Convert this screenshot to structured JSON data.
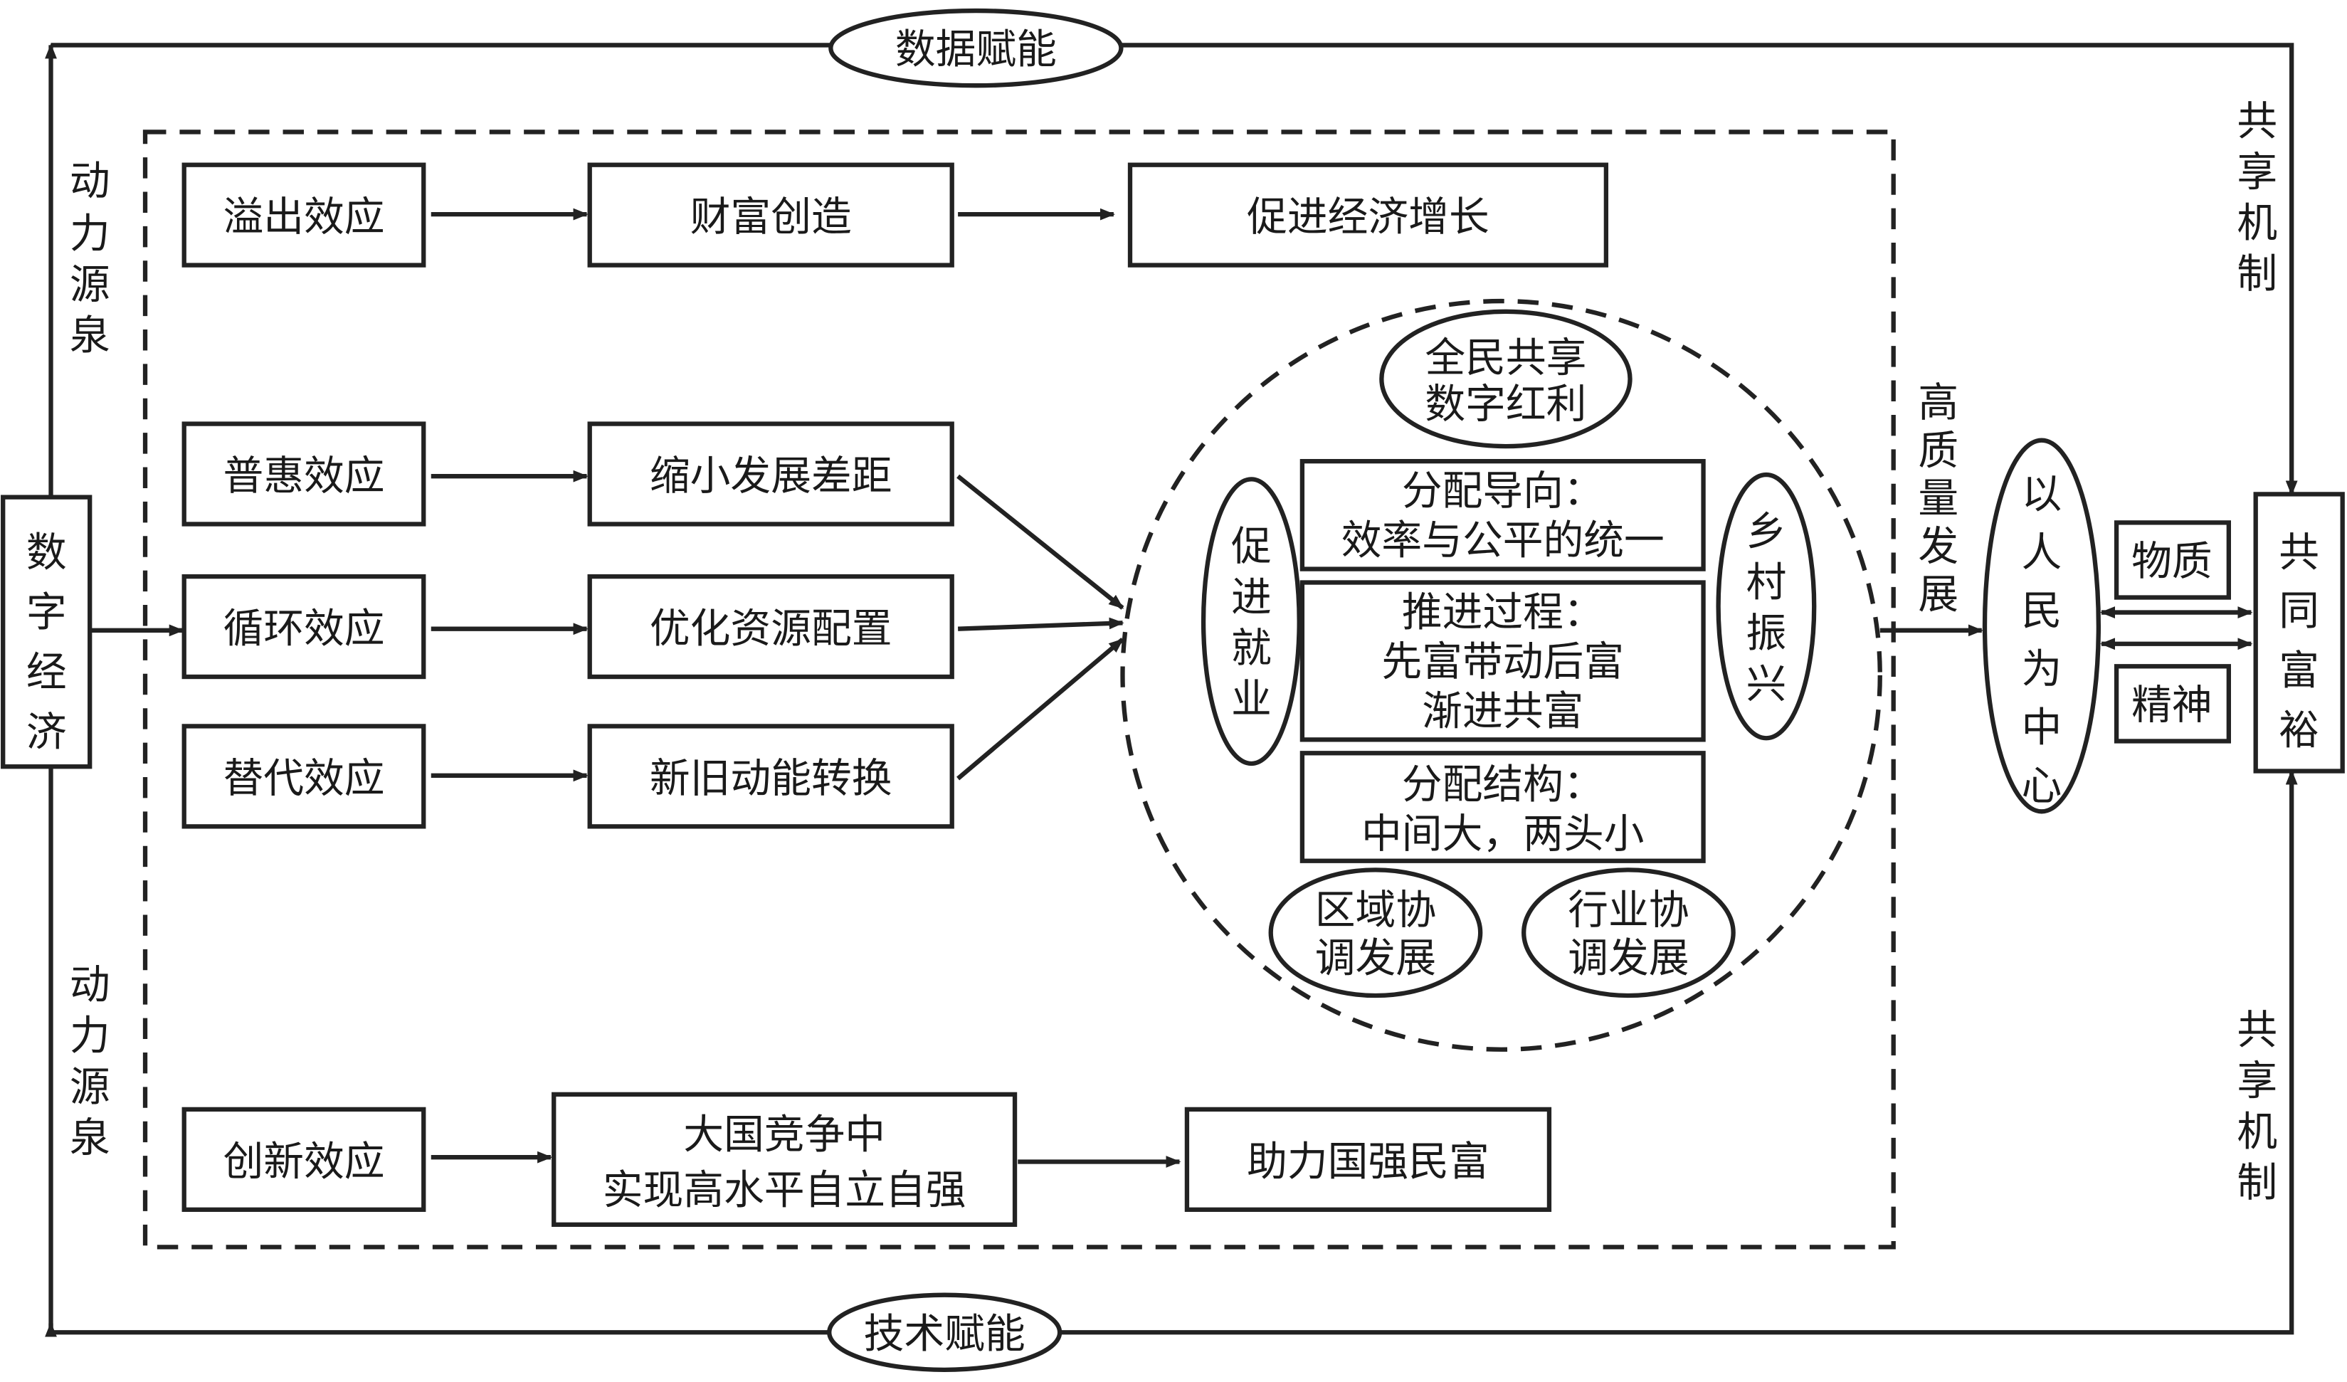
{
  "diagram": {
    "source": "数字经济",
    "target": "共同富裕",
    "top_channel": "数据赋能",
    "bottom_channel": "技术赋能",
    "left_upper_label": "动力源泉",
    "left_lower_label": "动力源泉",
    "right_upper_label": "共享机制",
    "right_lower_label": "共享机制",
    "effects": [
      {
        "effect": "溢出效应",
        "mechanism": "财富创造",
        "outcome": "促进经济增长"
      },
      {
        "effect": "普惠效应",
        "mechanism": "缩小发展差距"
      },
      {
        "effect": "循环效应",
        "mechanism": "优化资源配置"
      },
      {
        "effect": "替代效应",
        "mechanism": "新旧动能转换"
      },
      {
        "effect": "创新效应",
        "mechanism_line1": "大国竞争中",
        "mechanism_line2": "实现高水平自立自强",
        "outcome": "助力国强民富"
      }
    ],
    "circle": {
      "top_ellipse": [
        "全民共享",
        "数字红利"
      ],
      "left_ellipse": "促进就业",
      "right_ellipse": "乡村振兴",
      "box1": [
        "分配导向：",
        "效率与公平的统一"
      ],
      "box2": [
        "推进过程：",
        "先富带动后富",
        "渐进共富"
      ],
      "box3": [
        "分配结构：",
        "中间大，两头小"
      ],
      "bottom_left_ellipse": [
        "区域协",
        "调发展"
      ],
      "bottom_right_ellipse": [
        "行业协",
        "调发展"
      ]
    },
    "hq_label": "高质量发展",
    "people_center": "以人民为中心",
    "material": "物质",
    "spiritual": "精神"
  }
}
